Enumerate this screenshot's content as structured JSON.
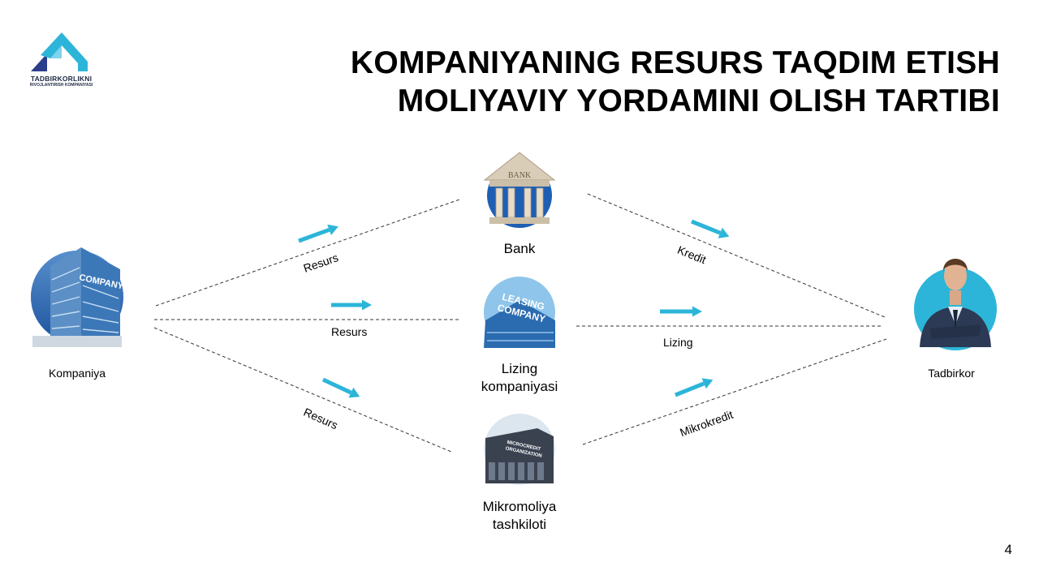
{
  "logo": {
    "line1": "TADBIRKORLIKNI",
    "line2": "RIVOJLANTIRISH KOMPANIYASI"
  },
  "title": {
    "line1": "KOMPANIYANING RESURS TAQDIM ETISH",
    "line2": "MOLIYAVIY YORDAMINI OLISH TARTIBI"
  },
  "nodes": {
    "company": {
      "label": "Kompaniya",
      "sign": "COMPANY"
    },
    "bank": {
      "label": "Bank",
      "sign": "BANK"
    },
    "leasing": {
      "label_line1": "Lizing",
      "label_line2": "kompaniyasi",
      "sign_line1": "LEASING",
      "sign_line2": "COMPANY"
    },
    "micro": {
      "label_line1": "Mikromoliya",
      "label_line2": "tashkiloti",
      "sign_line1": "MICROCREDIT",
      "sign_line2": "ORGANIZATION"
    },
    "entrepreneur": {
      "label": "Tadbirkor"
    }
  },
  "edges": {
    "company_bank": "Resurs",
    "company_leasing": "Resurs",
    "company_micro": "Resurs",
    "bank_entrepreneur": "Kredit",
    "leasing_entrepreneur": "Lizing",
    "micro_entrepreneur": "Mikrokredit"
  },
  "colors": {
    "accent": "#2cb5d8",
    "dark": "#1f2a44"
  },
  "page_number": "4"
}
